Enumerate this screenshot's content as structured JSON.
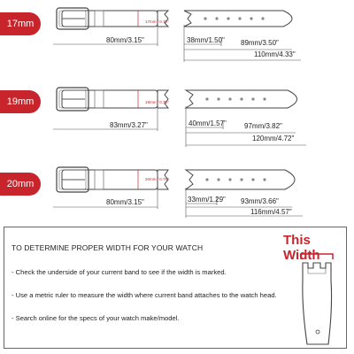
{
  "straps": [
    {
      "size": "17mm",
      "width_tag": "17mm / 0.70\"",
      "left_length": "80mm/3.15\"",
      "lug_length": "38mm/1.50\"",
      "tail_length": "89mm/3.50\"",
      "total_length": "110mm/4.33\""
    },
    {
      "size": "19mm",
      "width_tag": "19mm / 0.75\"",
      "left_length": "83mm/3.27\"",
      "lug_length": "40mm/1.57\"",
      "tail_length": "97mm/3.82\"",
      "total_length": "120mm/4.72\""
    },
    {
      "size": "20mm",
      "width_tag": "20mm / 0.79\"",
      "left_length": "80mm/3.15\"",
      "lug_length": "33mm/1.29\"",
      "tail_length": "93mm/3.66\"",
      "total_length": "116mm/4.57\""
    }
  ],
  "guide": {
    "title": "TO DETERMINE PROPER WIDTH FOR YOUR WATCH",
    "steps": [
      "- Check the underside of your current band to see if the width is marked.",
      "- Use a metric ruler to measure the width where current band attaches to the watch head.",
      "- Search online for the specs of your watch make/model."
    ],
    "callout": "This Width"
  },
  "colors": {
    "accent": "#c8242c",
    "strap_outline": "#444444",
    "dim_line": "#555555"
  }
}
